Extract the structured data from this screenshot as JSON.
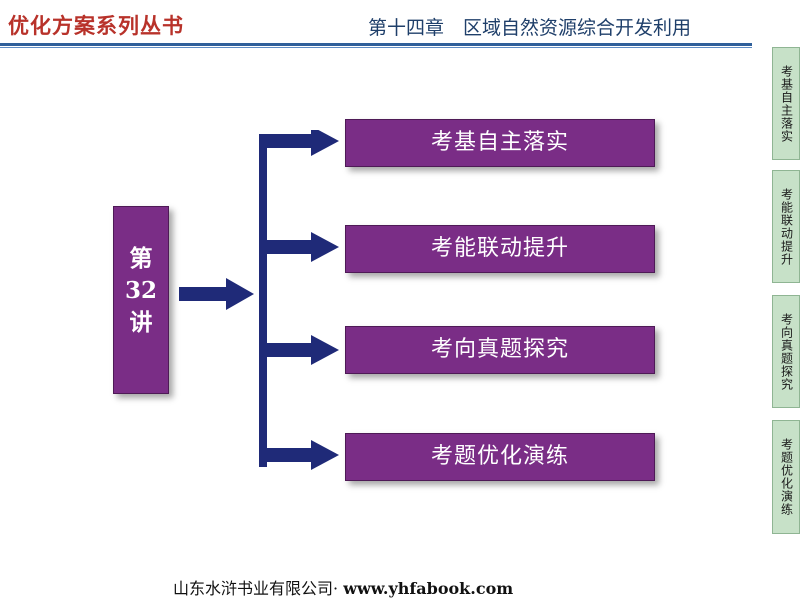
{
  "header": {
    "brand": "优化方案系列丛书",
    "chapter": "第十四章　区域自然资源综合开发利用"
  },
  "lecture": {
    "line1": "第",
    "line2": "32",
    "line3": "讲"
  },
  "topics": [
    {
      "label": "考基自主落实"
    },
    {
      "label": "考能联动提升"
    },
    {
      "label": "考向真题探究"
    },
    {
      "label": "考题优化演练"
    }
  ],
  "side_nav": [
    {
      "label": "考基自主落实"
    },
    {
      "label": "考能联动提升"
    },
    {
      "label": "考向真题探究"
    },
    {
      "label": "考题优化演练"
    }
  ],
  "footer": {
    "publisher": "山东水浒书业有限公司·",
    "url": "www.yhfabook.com"
  },
  "colors": {
    "topic_fill": "#7a2d86",
    "arrow": "#1f2a78",
    "brand_red": "#b8322a",
    "side_tab": "#c7e1c8"
  }
}
